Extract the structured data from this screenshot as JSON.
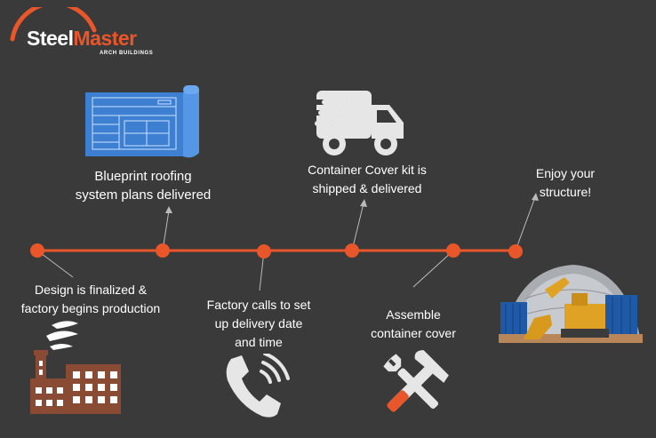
{
  "logo": {
    "brand_part1": "Steel",
    "brand_part2": "Master",
    "tagline": "ARCH BUILDINGS"
  },
  "accent_color": "#e8562a",
  "background_color": "#3a3a3a",
  "steps": [
    {
      "id": "design",
      "lines": [
        "Design is finalized &",
        "factory begins production"
      ],
      "icon": "factory-icon"
    },
    {
      "id": "blueprint",
      "lines": [
        "Blueprint roofing",
        "system plans delivered"
      ],
      "icon": "blueprint-icon"
    },
    {
      "id": "factory-calls",
      "lines": [
        "Factory calls to set",
        "up delivery date",
        "and time"
      ],
      "icon": "phone-icon"
    },
    {
      "id": "shipped",
      "lines": [
        "Container Cover kit is",
        "shipped & delivered"
      ],
      "icon": "truck-icon"
    },
    {
      "id": "assemble",
      "lines": [
        "Assemble",
        "container cover"
      ],
      "icon": "tools-icon"
    },
    {
      "id": "enjoy",
      "lines": [
        "Enjoy your",
        "structure!"
      ],
      "icon": "structure-photo"
    }
  ]
}
